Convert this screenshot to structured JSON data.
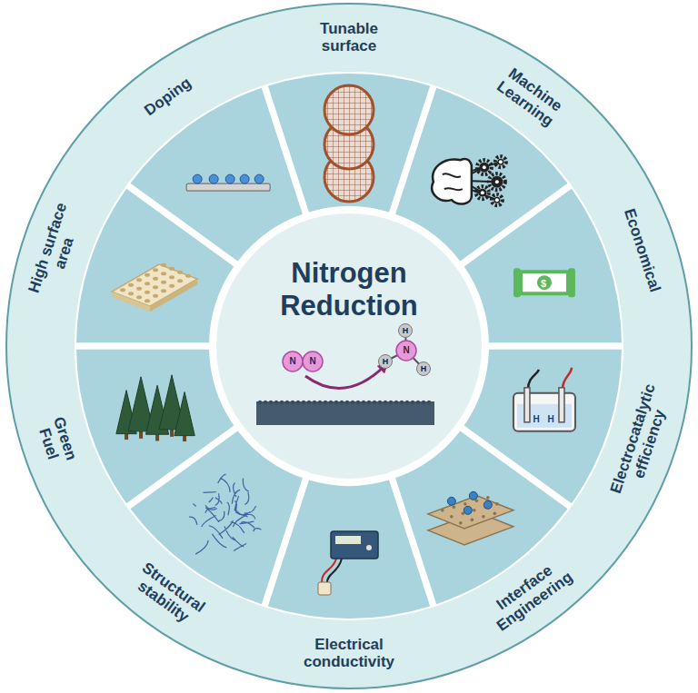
{
  "diagram": {
    "nodes": [
      {
        "text": [
          "Nitrogen Reduction"
        ]
      },
      {
        "text": [
          "Tunable surface"
        ]
      },
      {
        "text": [
          "Machine Learning"
        ]
      },
      {
        "text": [
          "Economical"
        ]
      },
      {
        "text": [
          "Electrocatalytic efficiency"
        ]
      },
      {
        "text": [
          "Interface Engineering"
        ]
      },
      {
        "text": [
          "Electrical conductivity"
        ]
      },
      {
        "text": [
          "Structural stability"
        ]
      },
      {
        "text": [
          "Green Fuel"
        ]
      },
      {
        "text": [
          "High surface area"
        ]
      },
      {
        "text": [
          "Doping"
        ]
      }
    ],
    "labels": [
      "N",
      "N",
      "N",
      "H",
      "H",
      "H",
      "$",
      "H",
      "H"
    ]
  }
}
